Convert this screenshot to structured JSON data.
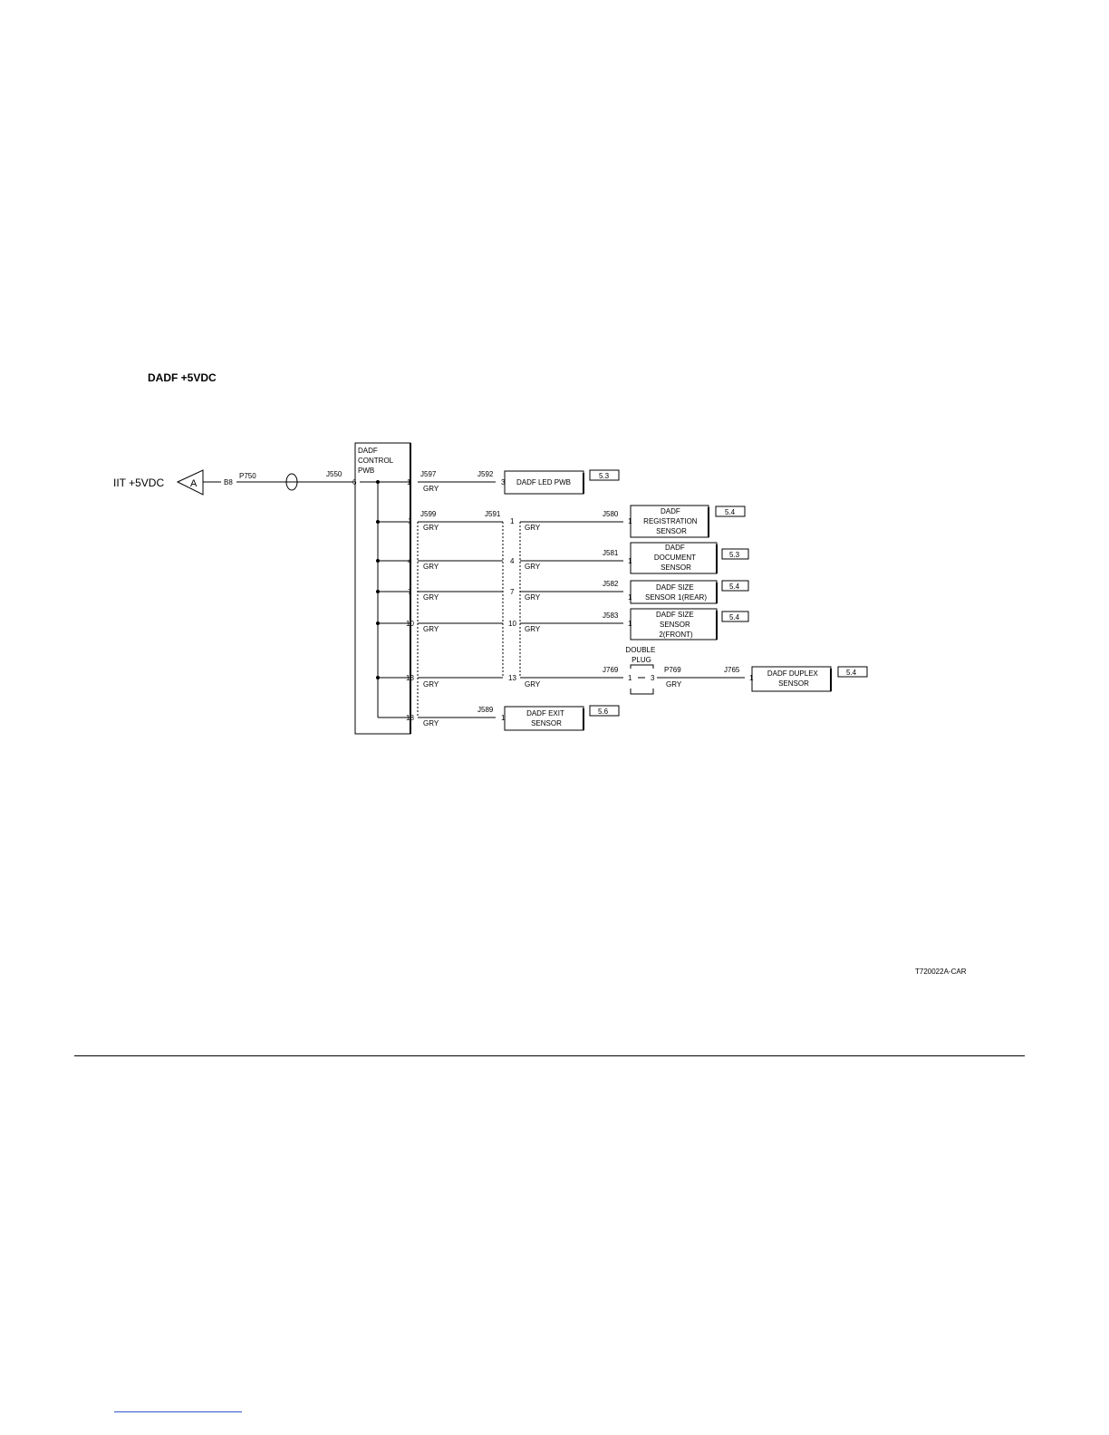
{
  "title": "DADF +5VDC",
  "source_label": "IIT +5VDC",
  "source_tag": "A",
  "harness": {
    "b8": "B8",
    "p750": "P750",
    "j550": "J550",
    "pin6": "6"
  },
  "control_pwb": [
    "DADF",
    "CONTROL",
    "PWB"
  ],
  "wire_color": "GRY",
  "rows": [
    {
      "pin": "1",
      "conn1": "J597",
      "conn2": "J592",
      "end_pin": "3",
      "device": [
        "DADF LED PWB"
      ],
      "ref": "5.3"
    },
    {
      "pin": "1",
      "conn1": "J599",
      "mid_conn": "J591",
      "mid_pin": "1",
      "conn2": "J580",
      "end_pin": "1",
      "device": [
        "DADF",
        "REGISTRATION",
        "SENSOR"
      ],
      "ref": "5.4"
    },
    {
      "pin": "4",
      "mid_pin": "4",
      "conn2": "J581",
      "end_pin": "1",
      "device": [
        "DADF",
        "DOCUMENT",
        "SENSOR"
      ],
      "ref": "5.3"
    },
    {
      "pin": "7",
      "mid_pin": "7",
      "conn2": "J582",
      "end_pin": "1",
      "device": [
        "DADF SIZE",
        "SENSOR 1(REAR)"
      ],
      "ref": "5.4"
    },
    {
      "pin": "10",
      "mid_pin": "10",
      "conn2": "J583",
      "end_pin": "1",
      "device": [
        "DADF SIZE",
        "SENSOR",
        "2(FRONT)"
      ],
      "ref": "5.4"
    },
    {
      "pin": "13",
      "mid_pin": "13",
      "conn2": "J769",
      "plug_in": "1",
      "plug_out": "3",
      "plug_conn": "P769",
      "conn3": "J765",
      "end_pin": "1",
      "device": [
        "DADF DUPLEX",
        "SENSOR"
      ],
      "ref": "5.4"
    },
    {
      "pin": "18",
      "conn2": "J589",
      "end_pin": "1",
      "device": [
        "DADF EXIT",
        "SENSOR"
      ],
      "ref": "5.6"
    }
  ],
  "double_plug": [
    "DOUBLE",
    "PLUG"
  ],
  "figure_id": "T720022A-CAR"
}
